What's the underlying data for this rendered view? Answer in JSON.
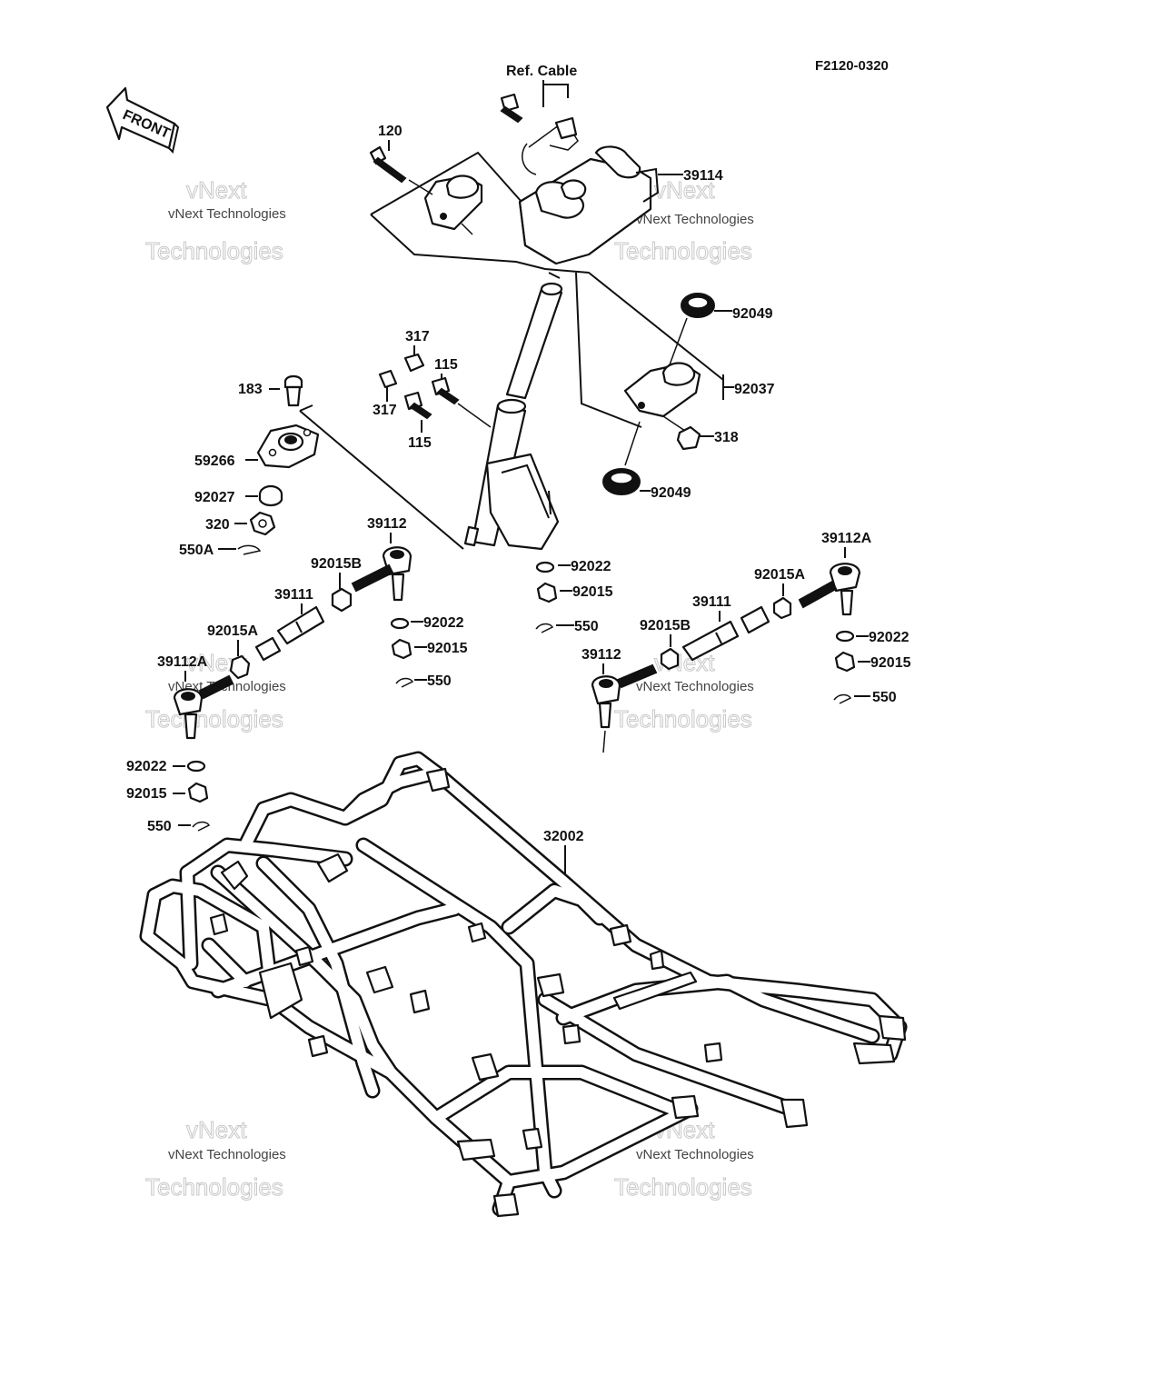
{
  "diagram_code": "F2120-0320",
  "direction_label": "FRONT",
  "ref_cable_label": "Ref. Cable",
  "watermarks": {
    "small": "vNext Technologies",
    "big_1": "vNext",
    "big_2": "Technologies"
  },
  "callouts": {
    "c120": "120",
    "c39114": "39114",
    "c92049_top": "92049",
    "c92037": "92037",
    "c318": "318",
    "c92049_bottom": "92049",
    "c317_top": "317",
    "c317_bottom": "317",
    "c115_top": "115",
    "c115_bottom": "115",
    "c183": "183",
    "c59266": "59266",
    "c92027": "92027",
    "c320": "320",
    "c550A": "550A",
    "c39112_left": "39112",
    "c92015B_left": "92015B",
    "c39111_left": "39111",
    "c92015A_left": "92015A",
    "c39112A_left": "39112A",
    "c92022_left_mid": "92022",
    "c92015_left_mid": "92015",
    "c550_left_mid": "550",
    "c92022_center": "92022",
    "c92015_center": "92015",
    "c550_center": "550",
    "c39112A_right": "39112A",
    "c92015A_right": "92015A",
    "c39111_right": "39111",
    "c92015B_right": "92015B",
    "c39112_right": "39112",
    "c92022_right": "92022",
    "c92015_right": "92015",
    "c550_right": "550",
    "c92022_bottom_left": "92022",
    "c92015_bottom_left": "92015",
    "c550_bottom_left": "550",
    "c32002": "32002"
  }
}
